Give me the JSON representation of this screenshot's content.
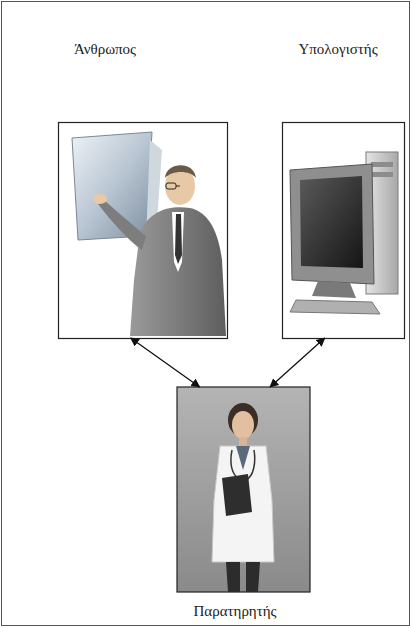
{
  "diagram": {
    "nodes": [
      {
        "text": [
          "Άνθρωπος"
        ]
      },
      {
        "text": [
          "Υπολογιστής"
        ]
      },
      {
        "text": [
          "Παρατηρητής"
        ]
      }
    ],
    "edges": [
      {
        "from": 0,
        "to": 2,
        "arrow": "both"
      },
      {
        "from": 1,
        "to": 2,
        "arrow": "both"
      }
    ]
  }
}
